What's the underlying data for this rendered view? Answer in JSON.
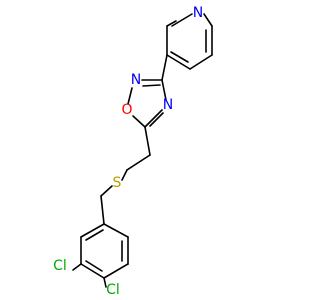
{
  "molecule": {
    "atoms": {
      "pyridine_n": {
        "label": "N",
        "color": "#0000ff"
      },
      "oxadiazole_n2": {
        "label": "N",
        "color": "#0000ff"
      },
      "oxadiazole_o": {
        "label": "O",
        "color": "#ff0000"
      },
      "oxadiazole_n4": {
        "label": "N",
        "color": "#0000ff"
      },
      "sulfur": {
        "label": "S",
        "color": "#b8a000"
      },
      "chlorine_1": {
        "label": "Cl",
        "color": "#00aa00"
      },
      "chlorine_2": {
        "label": "Cl",
        "color": "#00aa00"
      }
    },
    "bond_color": "#000000"
  }
}
